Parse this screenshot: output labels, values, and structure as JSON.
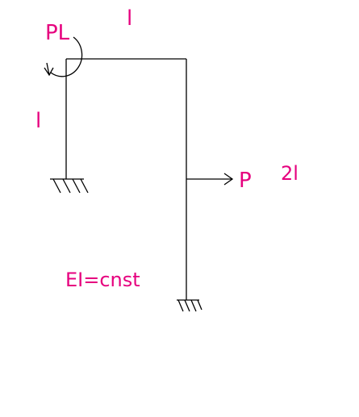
{
  "colors": {
    "line": "#000000",
    "label": "#e6007e"
  },
  "labels": {
    "moment": "PL",
    "top_length": "l",
    "left_length": "l",
    "force": "P",
    "right_length": "2l",
    "stiffness": "EI=cnst"
  },
  "icons": {
    "moment": "curved-arrow-counterclockwise",
    "force": "arrow-right",
    "support": "fixed-support-hatch"
  }
}
